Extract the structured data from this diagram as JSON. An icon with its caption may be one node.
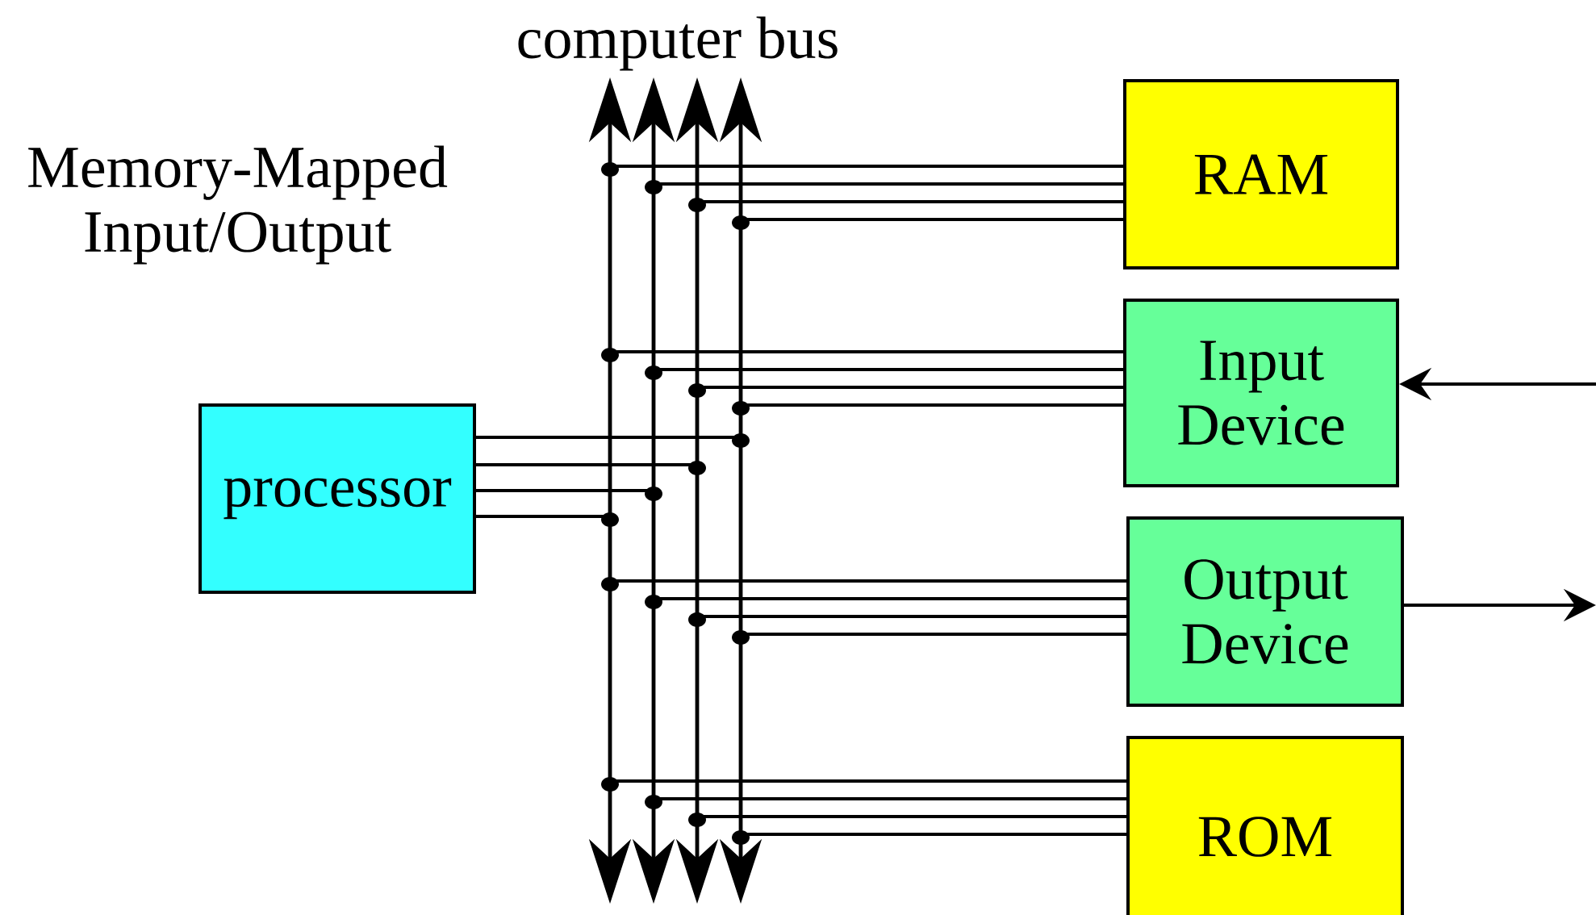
{
  "diagram": {
    "nodes": [
      {
        "text": [
          "computer bus"
        ]
      },
      {
        "text": [
          "RAM"
        ]
      },
      {
        "text": [
          "Input Device"
        ]
      },
      {
        "text": [
          "processor"
        ]
      },
      {
        "text": [
          "Output Device"
        ]
      },
      {
        "text": [
          "ROM"
        ]
      }
    ],
    "edges": [
      {
        "from": 3,
        "to": 0,
        "arrow": "other"
      },
      {
        "from": 0,
        "to": 1,
        "arrow": "other"
      },
      {
        "from": 0,
        "to": 2,
        "arrow": "other"
      },
      {
        "from": 0,
        "to": 4,
        "arrow": "other"
      },
      {
        "from": 0,
        "to": 5,
        "arrow": "other"
      },
      {
        "from": null,
        "to": 2,
        "arrow": "to"
      },
      {
        "from": 4,
        "to": null,
        "arrow": "to"
      }
    ],
    "labels": [
      "Memory-Mapped Input/Output"
    ]
  }
}
